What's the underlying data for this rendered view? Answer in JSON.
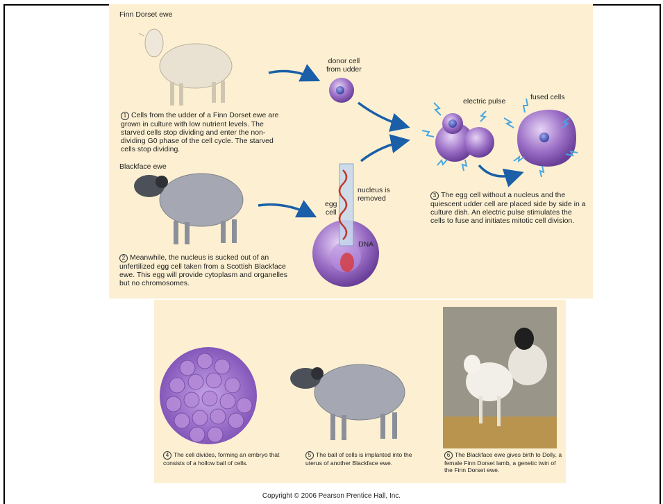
{
  "labels": {
    "finn": "Finn Dorset ewe",
    "blackface": "Blackface ewe",
    "donor": "donor cell\nfrom udder",
    "electric": "electric pulse",
    "fused": "fused cells",
    "nucleus_removed": "nucleus is\nremoved",
    "egg": "egg\ncell",
    "dna": "DNA"
  },
  "steps": {
    "s1_num": "1",
    "s1": "Cells from the udder of a Finn Dorset ewe are grown in culture with low nutrient levels. The starved cells stop dividing and enter the non-dividing G0 phase of the cell cycle. The starved cells stop dividing.",
    "s2_num": "2",
    "s2": "Meanwhile, the nucleus is sucked out of an unfertilized egg cell taken from a Scottish Blackface ewe. This egg will provide cytoplasm and organelles but no chromosomes.",
    "s3_num": "3",
    "s3": "The egg cell without a nucleus and the quiescent udder cell are placed side by side in a culture dish. An electric pulse stimulates the cells to fuse and initiates mitotic cell division.",
    "s4_num": "4",
    "s4": "The cell divides, forming an embryo that consists of a hollow ball of cells.",
    "s5_num": "5",
    "s5": "The ball of cells is implanted into the uterus of another Blackface ewe.",
    "s6_num": "6",
    "s6": "The Blackface ewe gives birth to Dolly, a female Finn Dorset lamb, a genetic twin of the Finn Dorset ewe."
  },
  "copyright": "Copyright © 2006 Pearson Prentice Hall, Inc.",
  "colors": {
    "panel": "#fdf0d2",
    "cell": "#9b6fc6",
    "arrow": "#1a5fa8",
    "spark": "#4aa6e0"
  }
}
